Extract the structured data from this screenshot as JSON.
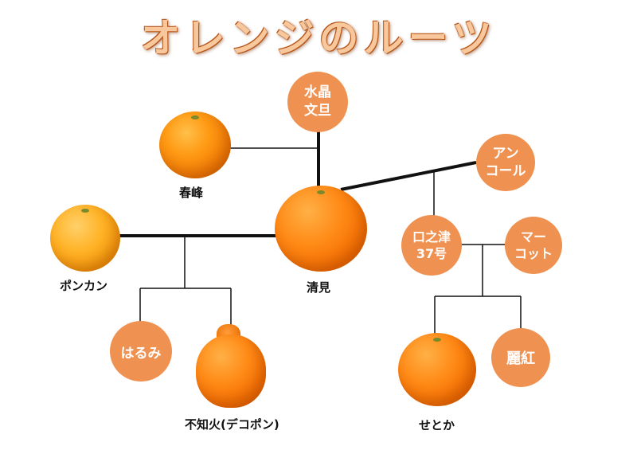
{
  "title": "オレンジのルーツ",
  "colors": {
    "title_fill": "#f8c79c",
    "title_outline": "#b35418",
    "circle_fill": "#ef9150",
    "circle_text": "#ffffff",
    "orange": "#f07a05",
    "line": "#111111"
  },
  "fruits": {
    "shunpo": "春峰",
    "ponkan": "ポンカン",
    "kiyomi": "清見",
    "shiranuhi": "不知火(デコポン)",
    "setoka": "せとか"
  },
  "circles": {
    "suisho_buntan": "水晶\n文旦",
    "ancor": "アン\nコール",
    "kuchinotsu37": "口之津\n37号",
    "murcott": "マー\nコット",
    "harumi": "はるみ",
    "reikou": "麗紅"
  }
}
